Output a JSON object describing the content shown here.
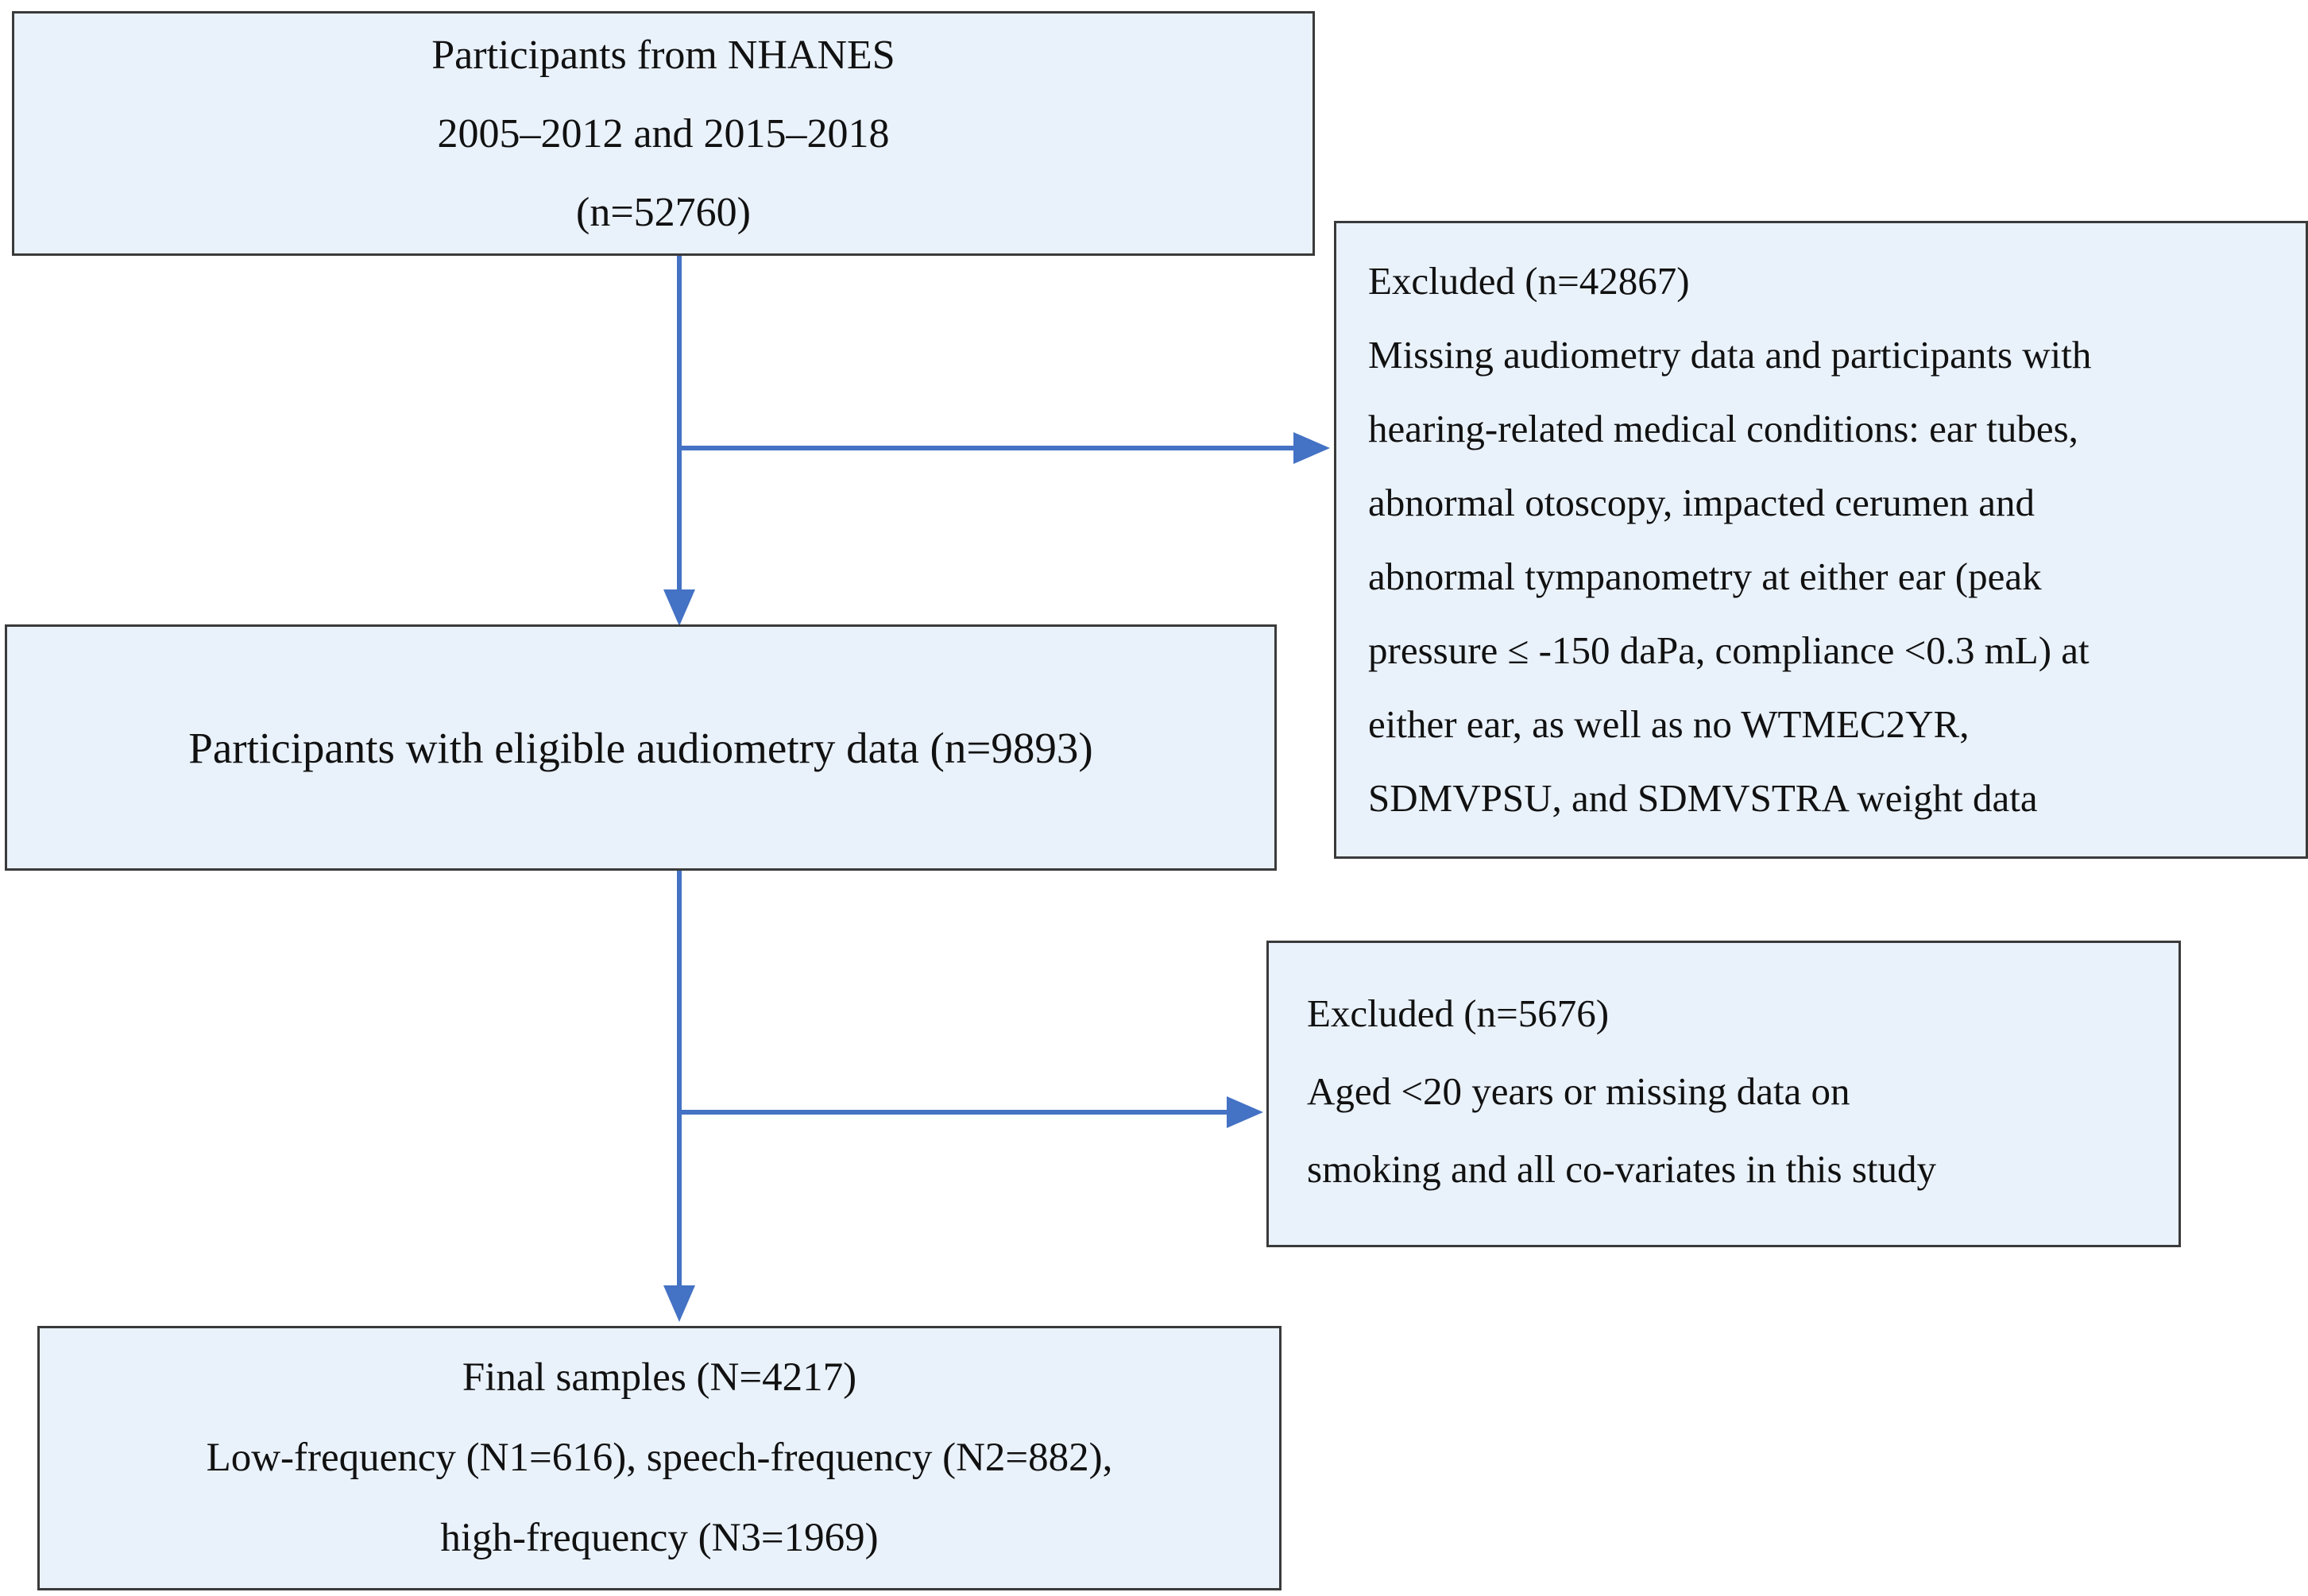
{
  "colors": {
    "box_fill": "#e9f1fa",
    "box_border": "#3a3a3a",
    "arrow": "#4472c4",
    "text": "#111111",
    "page_bg": "#ffffff"
  },
  "boxes": {
    "start": {
      "lines": [
        "Participants from NHANES",
        "2005–2012 and 2015–2018",
        "(n=52760)"
      ]
    },
    "excluded1": {
      "lines": [
        "Excluded (n=42867)",
        "Missing audiometry data and participants with",
        "hearing-related medical conditions: ear tubes,",
        "abnormal otoscopy, impacted cerumen and",
        "abnormal tympanometry at either ear (peak",
        "pressure ≤ -150 daPa, compliance <0.3 mL) at",
        "either ear, as well as no WTMEC2YR,",
        "SDMVPSU, and SDMVSTRA weight data"
      ]
    },
    "eligible": {
      "text": "Participants with eligible audiometry data (n=9893)"
    },
    "excluded2": {
      "lines": [
        "Excluded (n=5676)",
        "Aged <20 years or missing data on",
        "smoking and all co-variates in this study"
      ]
    },
    "final": {
      "lines": [
        "Final samples (N=4217)",
        "Low-frequency (N1=616), speech-frequency (N2=882),",
        "high-frequency (N3=1969)"
      ]
    }
  }
}
